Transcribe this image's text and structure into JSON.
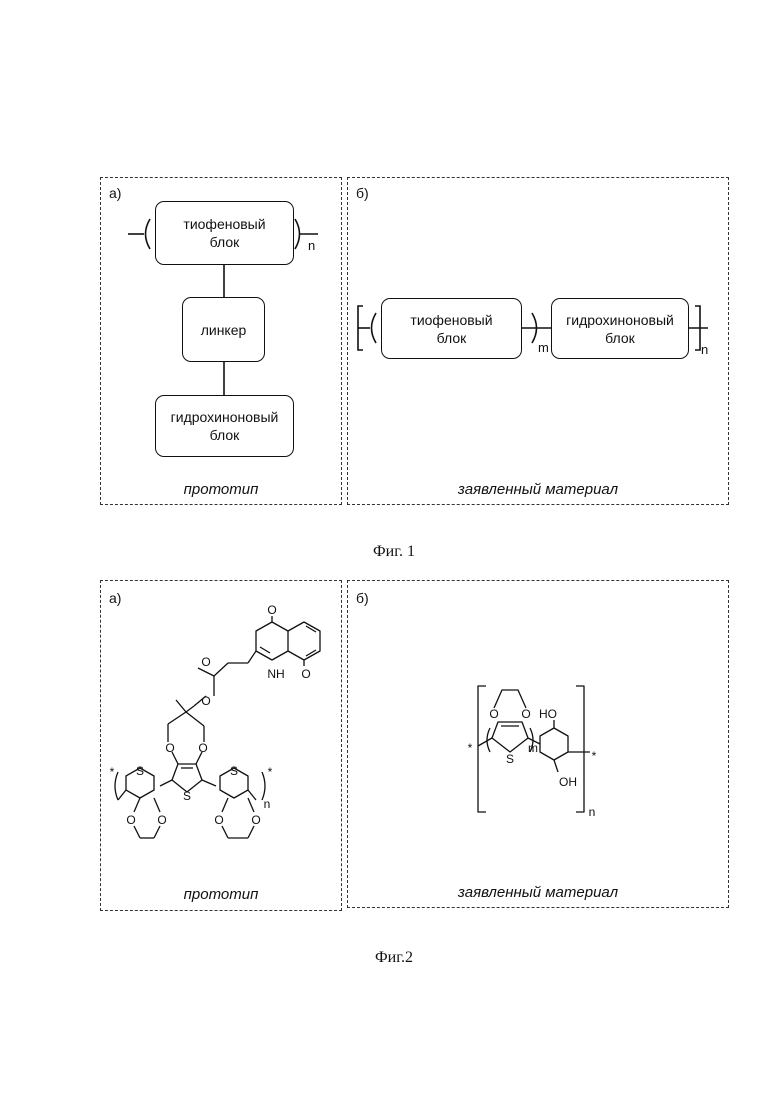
{
  "figure1": {
    "panel_a": {
      "label": "а)",
      "block_thiophene": "тиофеновый\nблок",
      "block_linker": "линкер",
      "block_hydroquinone": "гидрохиноновый\nблок",
      "subscript_n": "n",
      "caption": "прототип"
    },
    "panel_b": {
      "label": "б)",
      "block_thiophene": "тиофеновый\nблок",
      "block_hydroquinone": "гидрохиноновый\nблок",
      "subscript_m": "m",
      "subscript_n": "n",
      "caption": "заявленный материал"
    },
    "title": "Фиг. 1"
  },
  "figure2": {
    "panel_a": {
      "label": "а)",
      "atom_O": "O",
      "atom_S": "S",
      "atom_NH": "NH",
      "end_star": "*",
      "subscript_n": "n",
      "caption": "прототип"
    },
    "panel_b": {
      "label": "б)",
      "atom_O": "O",
      "atom_S": "S",
      "atom_HO": "HO",
      "atom_OH": "OH",
      "end_star": "*",
      "subscript_m": "m",
      "subscript_n": "n",
      "caption": "заявленный материал"
    },
    "title": "Фиг.2"
  }
}
